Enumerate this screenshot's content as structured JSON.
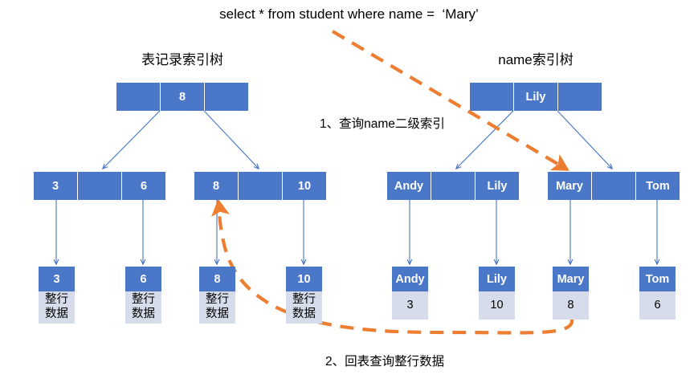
{
  "diagram": {
    "sql_query": "select * from student where name =  ‘Mary’",
    "step1_label": "1、查询name二级索引",
    "step2_label": "2、回表查询整行数据",
    "colors": {
      "node_blue": "#4A77C8",
      "leaf_lavender": "#D6DCEA",
      "arrow_orange": "#ED7D31",
      "connector_blue": "#4472C4",
      "text_black": "#000000",
      "background": "#FFFFFF"
    }
  },
  "clustered_tree": {
    "title": "表记录索引树",
    "root": {
      "cells": [
        "",
        "8",
        ""
      ]
    },
    "internal": [
      {
        "cells": [
          "3",
          "",
          "6"
        ]
      },
      {
        "cells": [
          "8",
          "",
          "10"
        ]
      }
    ],
    "leaves": [
      {
        "key": "3",
        "value_line1": "整行",
        "value_line2": "数据"
      },
      {
        "key": "6",
        "value_line1": "整行",
        "value_line2": "数据"
      },
      {
        "key": "8",
        "value_line1": "整行",
        "value_line2": "数据"
      },
      {
        "key": "10",
        "value_line1": "整行",
        "value_line2": "数据"
      }
    ]
  },
  "secondary_tree": {
    "title": "name索引树",
    "root": {
      "cells": [
        "",
        "Lily",
        ""
      ]
    },
    "internal": [
      {
        "cells": [
          "Andy",
          "",
          "Lily"
        ]
      },
      {
        "cells": [
          "Mary",
          "",
          "Tom"
        ]
      }
    ],
    "leaves": [
      {
        "key": "Andy",
        "value": "3"
      },
      {
        "key": "Lily",
        "value": "10"
      },
      {
        "key": "Mary",
        "value": "8"
      },
      {
        "key": "Tom",
        "value": "6"
      }
    ]
  }
}
